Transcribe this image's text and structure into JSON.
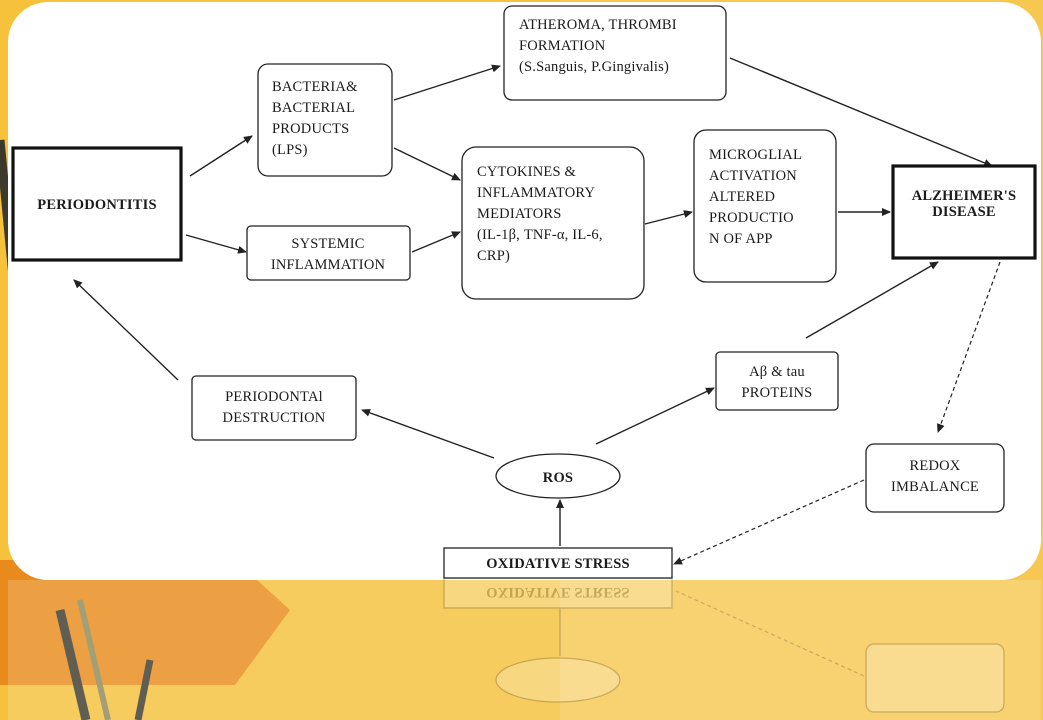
{
  "theme": {
    "slide_bg": "#f6c13b",
    "accent_orange": "#e98a1c",
    "stripe_dark": "#3d3a2c",
    "stripe_olive": "#8e8a5a",
    "card_bg": "#ffffff"
  },
  "nodes": {
    "periodontitis": [
      "PERIODONTITIS"
    ],
    "bacteria": [
      "BACTERIA&",
      "BACTERIAL",
      "PRODUCTS",
      "(LPS)"
    ],
    "atheroma": [
      "ATHEROMA, THROMBI",
      "FORMATION",
      "",
      "(S.Sanguis, P.Gingivalis)"
    ],
    "systemic": [
      "SYSTEMIC",
      "INFLAMMATION"
    ],
    "cytokines": [
      "CYTOKINES &",
      "INFLAMMATORY",
      "MEDIATORS",
      "",
      "(IL-1β, TNF-α, IL-6,",
      "CRP)"
    ],
    "microglial": [
      "MICROGLIAL",
      "ACTIVATION",
      "",
      "ALTERED",
      "PRODUCTIO",
      "N OF APP"
    ],
    "alzheimers": [
      "ALZHEIMER'S",
      "",
      "DISEASE"
    ],
    "abeta": [
      "Aβ & tau",
      "PROTEINS"
    ],
    "destruction": [
      "PERIODONTAl",
      "DESTRUCTION"
    ],
    "ros": [
      "ROS"
    ],
    "redox": [
      "REDOX",
      "IMBALANCE"
    ],
    "oxidative": [
      "OXIDATIVE STRESS"
    ]
  }
}
